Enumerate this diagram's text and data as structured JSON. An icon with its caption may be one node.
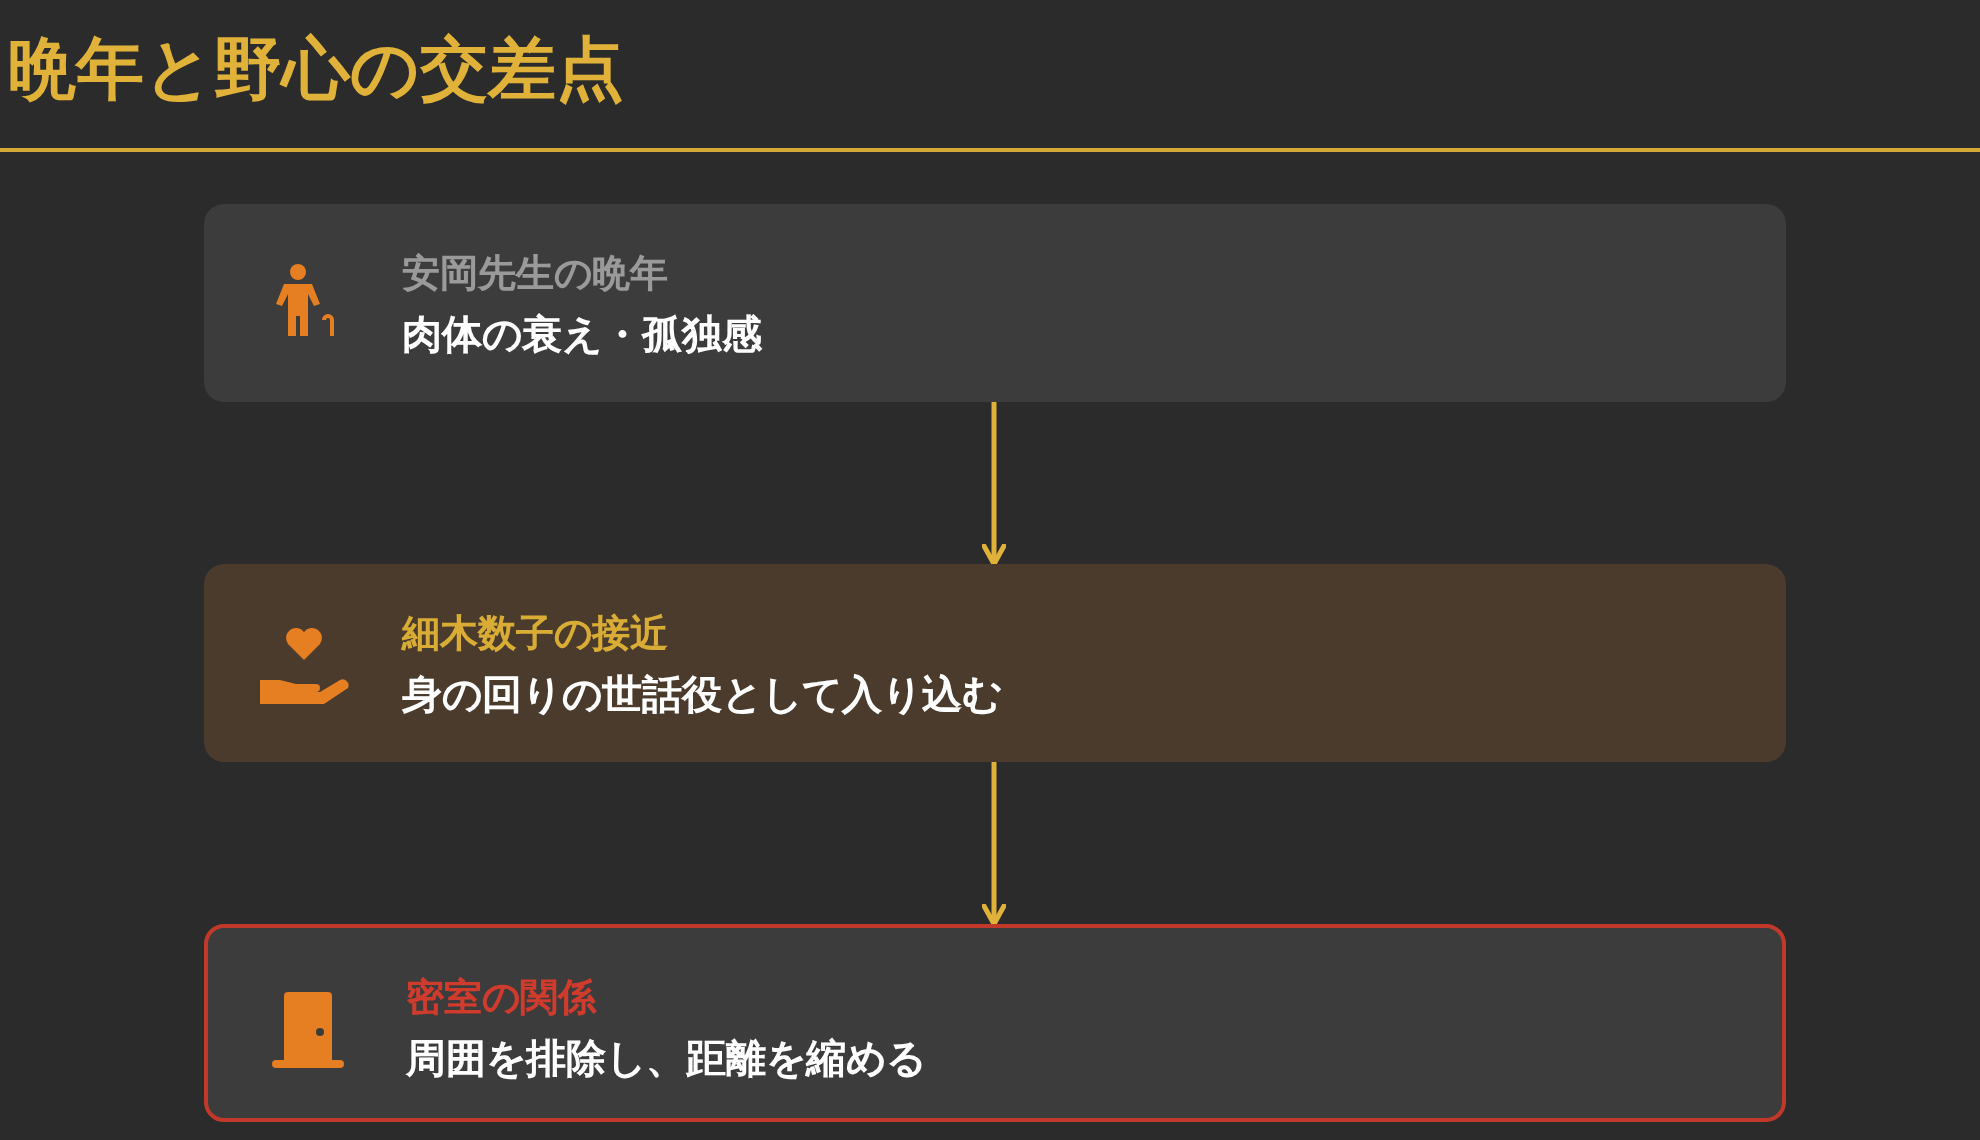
{
  "diagram": {
    "title": "晩年と野心の交差点",
    "nodes": [
      {
        "text": [
          "安岡先生の晩年",
          "肉体の衰え・孤独感"
        ]
      },
      {
        "text": [
          "細木数子の接近",
          "身の回りの世話役として入り込む"
        ]
      },
      {
        "text": [
          "密室の関係",
          "周囲を排除し、距離を縮める"
        ]
      }
    ],
    "edges": [
      {
        "from": 0,
        "to": 1,
        "arrow": "to"
      },
      {
        "from": 1,
        "to": 2,
        "arrow": "to"
      }
    ]
  }
}
